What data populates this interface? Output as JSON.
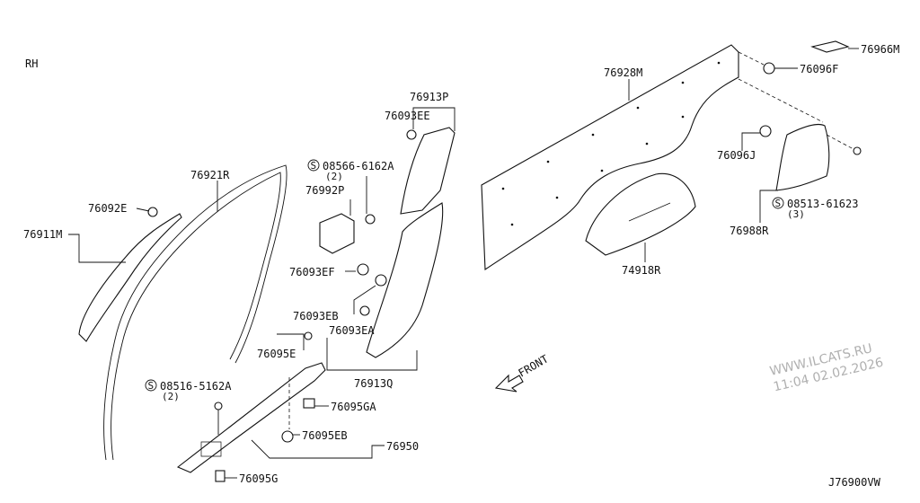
{
  "header": {
    "side": "RH"
  },
  "footer": {
    "diagram_code": "J76900VW"
  },
  "watermark": {
    "site": "WWW.ILCATS.RU",
    "timestamp": "11:04 02.02.2026"
  },
  "direction": {
    "label": "FRONT"
  },
  "parts": {
    "p76966M": "76966M",
    "p76096F": "76096F",
    "p76928M": "76928M",
    "p76913P": "76913P",
    "p76093EE": "76093EE",
    "p08566": "08566-6162A",
    "p08566_qty": "(2)",
    "p76992P": "76992P",
    "p76921R": "76921R",
    "p76092E": "76092E",
    "p76911M": "76911M",
    "p76093EF": "76093EF",
    "p76093EB": "76093EB",
    "p76093EA": "76093EA",
    "p76913Q": "76913Q",
    "p76095E": "76095E",
    "p08516": "08516-5162A",
    "p08516_qty": "(2)",
    "p76095GA": "76095GA",
    "p76095EB": "76095EB",
    "p76950": "76950",
    "p76095G": "76095G",
    "p76096J": "76096J",
    "p08513": "08513-61623",
    "p08513_qty": "(3)",
    "p76988R": "76988R",
    "p74918R": "74918R"
  },
  "symbols": {
    "screw_mark": "S"
  }
}
